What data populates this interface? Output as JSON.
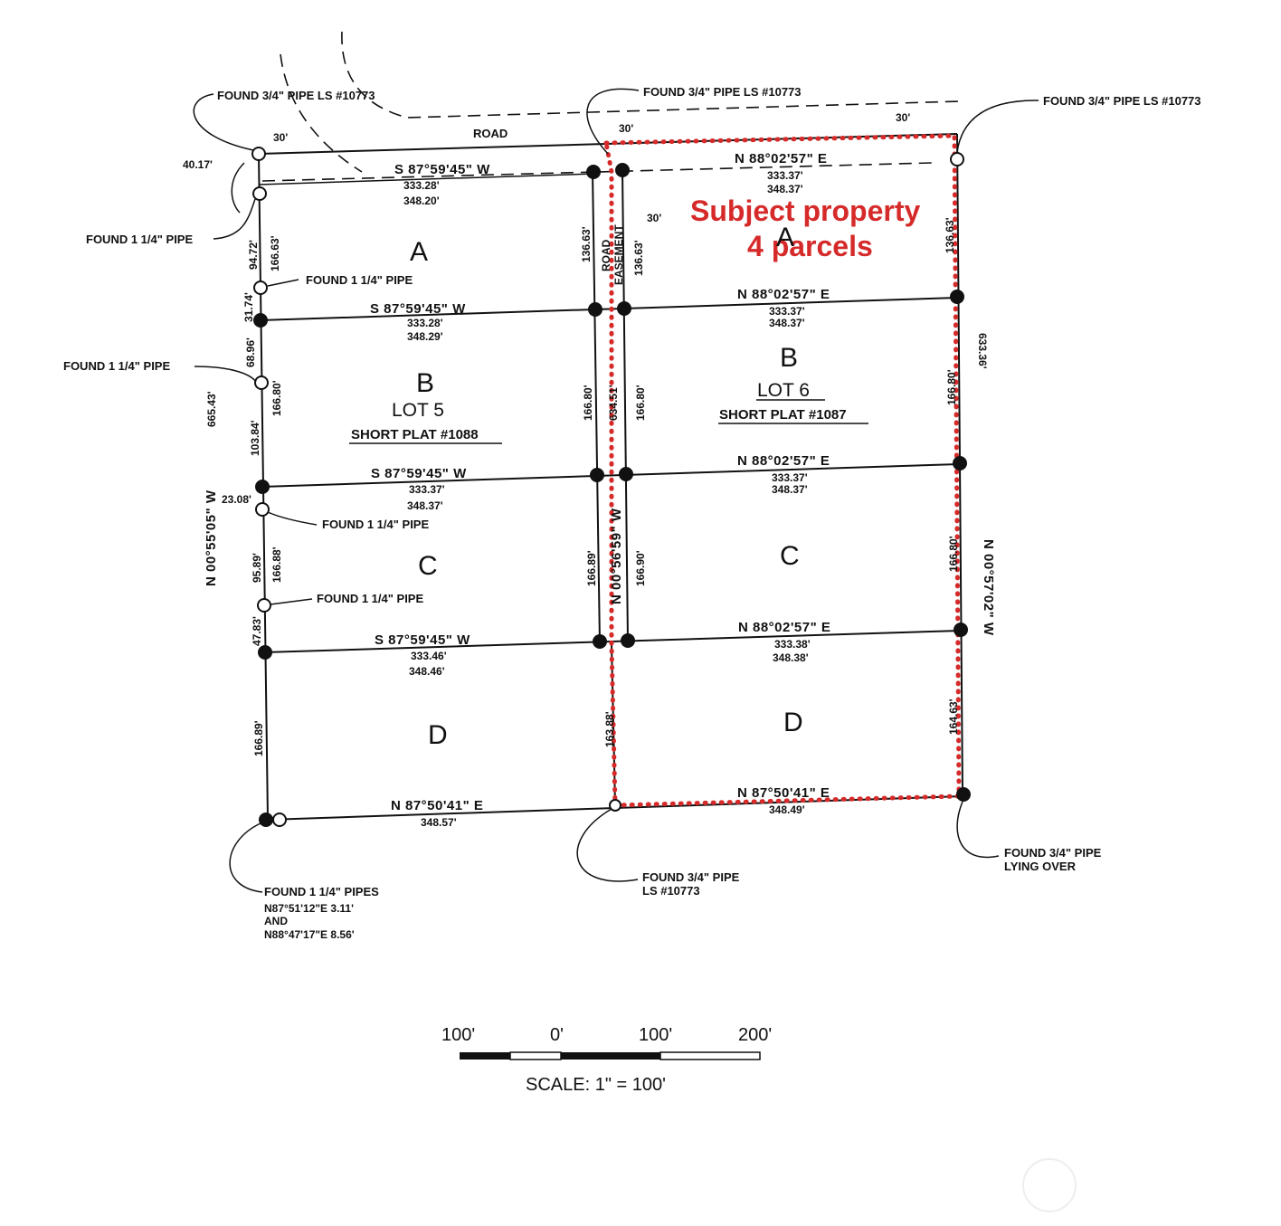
{
  "subject": {
    "line1": "Subject property",
    "line2": "4 parcels",
    "color": "#d62a2a"
  },
  "road": {
    "label": "ROAD",
    "width_left": "30'",
    "width_mid": "30'",
    "width_right": "30'",
    "width_easement": "30'"
  },
  "easement": {
    "line1": "ROAD",
    "line2": "EASEMENT"
  },
  "lot5": {
    "name": "LOT 5",
    "plat": "SHORT PLAT #1088"
  },
  "lot6": {
    "name": "LOT 6",
    "plat": "SHORT PLAT #1087"
  },
  "parcels": {
    "a": "A",
    "b": "B",
    "c": "C",
    "d": "D"
  },
  "west_lines": [
    {
      "bearing": "S 87°59'45\" W",
      "d1": "333.28'",
      "d2": "348.20'"
    },
    {
      "bearing": "S 87°59'45\" W",
      "d1": "333.28'",
      "d2": "348.29'"
    },
    {
      "bearing": "S 87°59'45\" W",
      "d1": "333.37'",
      "d2": "348.37'"
    },
    {
      "bearing": "S 87°59'45\" W",
      "d1": "333.46'",
      "d2": "348.46'"
    },
    {
      "bearing": "N 87°50'41\" E",
      "d1": "348.57'",
      "d2": ""
    }
  ],
  "east_lines": [
    {
      "bearing": "N 88°02'57\" E",
      "d1": "333.37'",
      "d2": "348.37'"
    },
    {
      "bearing": "N 88°02'57\" E",
      "d1": "333.37'",
      "d2": "348.37'"
    },
    {
      "bearing": "N 88°02'57\" E",
      "d1": "333.37'",
      "d2": "348.37'"
    },
    {
      "bearing": "N 88°02'57\" E",
      "d1": "333.38'",
      "d2": "348.38'"
    },
    {
      "bearing": "N 87°50'41\" E",
      "d1": "348.49'",
      "d2": ""
    }
  ],
  "west_dims": {
    "d_40": "40.17'",
    "d_9472": "94.72'",
    "d_16663": "166.63'",
    "d_3174": "31.74'",
    "d_6896": "68.96'",
    "d_16680": "166.80'",
    "d_10384": "103.84'",
    "d_2308": "23.08'",
    "d_9589": "95.89'",
    "d_16688": "166.88'",
    "d_4783": "47.83'",
    "d_16689": "166.89'",
    "total": "665.43'",
    "bearing": "N 00°55'05\" W"
  },
  "mid_dims": {
    "w1": "136.63'",
    "w2": "166.80'",
    "w3": "166.89'",
    "e1": "136.63'",
    "e2": "166.80'",
    "e3": "166.90'",
    "total": "634.51'",
    "bearing": "N 00°56'59\" W",
    "south": "163.88'"
  },
  "east_dims": {
    "d1": "136.63'",
    "d2": "166.80'",
    "d3": "166.80'",
    "d4": "164.63'",
    "total": "633.36'",
    "bearing": "N 00°57'02\" W"
  },
  "notes": {
    "nw_top": "FOUND 3/4\" PIPE LS #10773",
    "mid_top": "FOUND 3/4\" PIPE LS #10773",
    "ne_top": "FOUND 3/4\" PIPE LS #10773",
    "w_pipe1": "FOUND 1 1/4\" PIPE",
    "w_pipe2": "FOUND 1 1/4\" PIPE",
    "w_pipe3": "FOUND 1 1/4\" PIPE",
    "w_pipe4": "FOUND 1 1/4\" PIPE",
    "w_pipe5": "FOUND 1 1/4\" PIPE",
    "sw_1": "FOUND 1 1/4\" PIPES",
    "sw_2": "N87°51'12\"E 3.11'",
    "sw_3": "AND",
    "sw_4": "N88°47'17\"E 8.56'",
    "smid_1": "FOUND 3/4\" PIPE",
    "smid_2": "LS #10773",
    "se_1": "FOUND 3/4\" PIPE",
    "se_2": "LYING OVER"
  },
  "scale": {
    "t1": "100'",
    "t2": "0'",
    "t3": "100'",
    "t4": "200'",
    "label": "SCALE: 1\" = 100'"
  }
}
